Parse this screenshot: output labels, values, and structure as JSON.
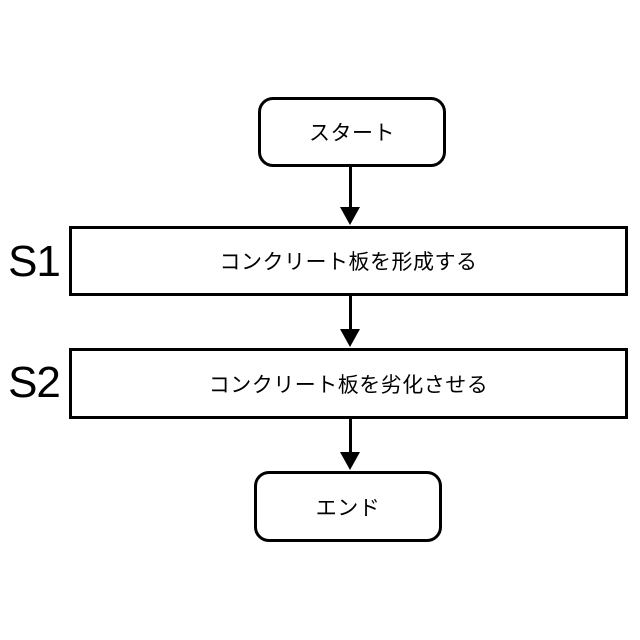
{
  "page": {
    "background": "#ffffff",
    "line_color": "#000000"
  },
  "flowchart": {
    "type": "flowchart",
    "direction": "top-down",
    "start": {
      "label": "スタート"
    },
    "steps": [
      {
        "id": "S1",
        "text": "コンクリート板を形成する"
      },
      {
        "id": "S2",
        "text": "コンクリート板を劣化させる"
      }
    ],
    "end": {
      "label": "エンド"
    },
    "connections": [
      {
        "from": "start",
        "to": "S1"
      },
      {
        "from": "S1",
        "to": "S2"
      },
      {
        "from": "S2",
        "to": "end"
      }
    ]
  }
}
